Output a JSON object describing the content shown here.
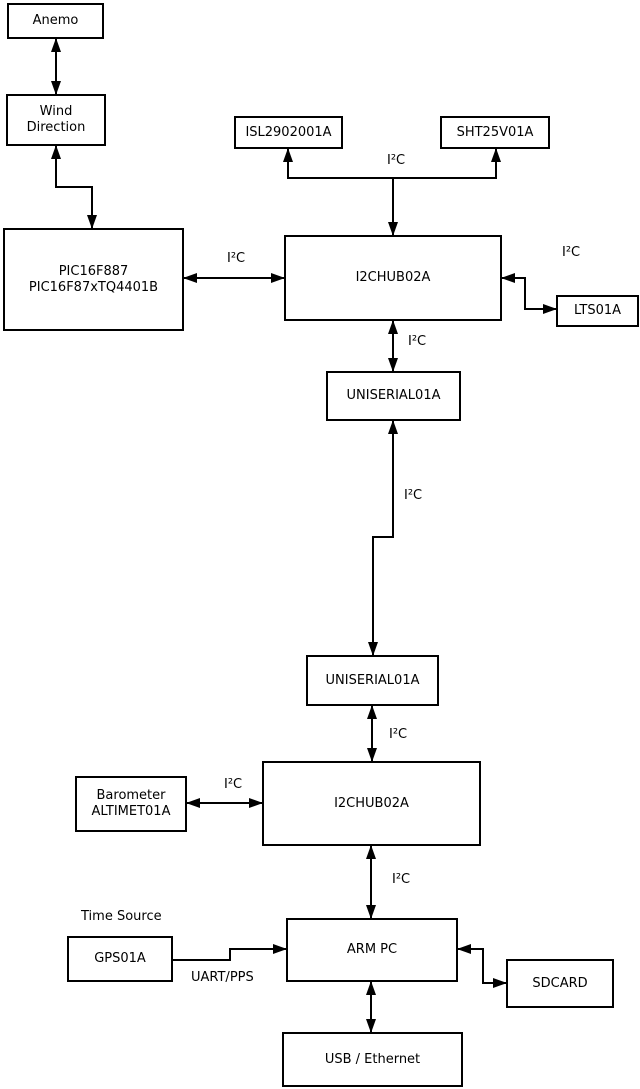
{
  "nodes": {
    "anemo": {
      "label": "Anemo"
    },
    "wind_direction": {
      "lines": [
        "Wind",
        "Direction"
      ]
    },
    "pic": {
      "lines": [
        "PIC16F887",
        "PIC16F87xTQ4401B"
      ]
    },
    "isl": {
      "label": "ISL2902001A"
    },
    "sht": {
      "label": "SHT25V01A"
    },
    "i2chub_top": {
      "label": "I2CHUB02A"
    },
    "lts": {
      "label": "LTS01A"
    },
    "uniserial_top": {
      "label": "UNISERIAL01A"
    },
    "uniserial_bottom": {
      "label": "UNISERIAL01A"
    },
    "i2chub_bottom": {
      "label": "I2CHUB02A"
    },
    "barometer": {
      "lines": [
        "Barometer",
        "ALTIMET01A"
      ]
    },
    "gps": {
      "label": "GPS01A"
    },
    "arm_pc": {
      "label": "ARM PC"
    },
    "sdcard": {
      "label": "SDCARD"
    },
    "usb_ethernet": {
      "label": "USB / Ethernet"
    }
  },
  "labels": {
    "bus": "I²C",
    "time_source": "Time Source",
    "uart_pps": "UART/PPS"
  },
  "edges": [
    {
      "from": "anemo",
      "to": "wind_direction",
      "direction": "bidirectional",
      "label": ""
    },
    {
      "from": "wind_direction",
      "to": "pic",
      "direction": "bidirectional",
      "label": ""
    },
    {
      "from": "i2chub_top",
      "to": "isl",
      "direction": "bidirectional",
      "label": "I²C"
    },
    {
      "from": "i2chub_top",
      "to": "sht",
      "direction": "bidirectional",
      "label": "I²C"
    },
    {
      "from": "pic",
      "to": "i2chub_top",
      "direction": "bidirectional",
      "label": "I²C"
    },
    {
      "from": "i2chub_top",
      "to": "lts",
      "direction": "bidirectional",
      "label": "I²C"
    },
    {
      "from": "i2chub_top",
      "to": "uniserial_top",
      "direction": "bidirectional",
      "label": "I²C"
    },
    {
      "from": "uniserial_top",
      "to": "uniserial_bottom",
      "direction": "bidirectional",
      "label": "I²C"
    },
    {
      "from": "uniserial_bottom",
      "to": "i2chub_bottom",
      "direction": "bidirectional",
      "label": "I²C"
    },
    {
      "from": "barometer",
      "to": "i2chub_bottom",
      "direction": "bidirectional",
      "label": "I²C"
    },
    {
      "from": "i2chub_bottom",
      "to": "arm_pc",
      "direction": "bidirectional",
      "label": "I²C"
    },
    {
      "from": "gps",
      "to": "arm_pc",
      "direction": "unidirectional",
      "label": "UART/PPS"
    },
    {
      "from": "arm_pc",
      "to": "sdcard",
      "direction": "bidirectional",
      "label": ""
    },
    {
      "from": "arm_pc",
      "to": "usb_ethernet",
      "direction": "bidirectional",
      "label": ""
    }
  ],
  "colors": {
    "line": "#000000",
    "background": "#ffffff",
    "box_fill": "#ffffff",
    "text": "#000000"
  }
}
